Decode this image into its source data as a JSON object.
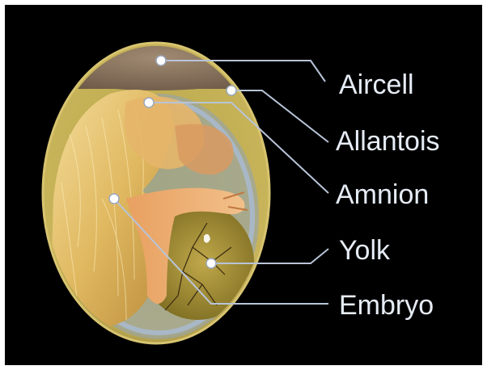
{
  "diagram": {
    "labels": {
      "aircell": "Aircell",
      "allantois": "Allantois",
      "amnion": "Amnion",
      "yolk": "Yolk",
      "embryo": "Embryo"
    }
  },
  "colors": {
    "background": "#000000",
    "label_text": "#e6ecf5",
    "leader_line": "#b8c4d8",
    "shell": "#c8b45a",
    "aircell": "#8a7560",
    "amnion_membrane": "#9fb4d0",
    "embryo_feathers": "#e8c878",
    "yolk": "#a89a3a",
    "blood_vessels": "#3a2a10"
  }
}
